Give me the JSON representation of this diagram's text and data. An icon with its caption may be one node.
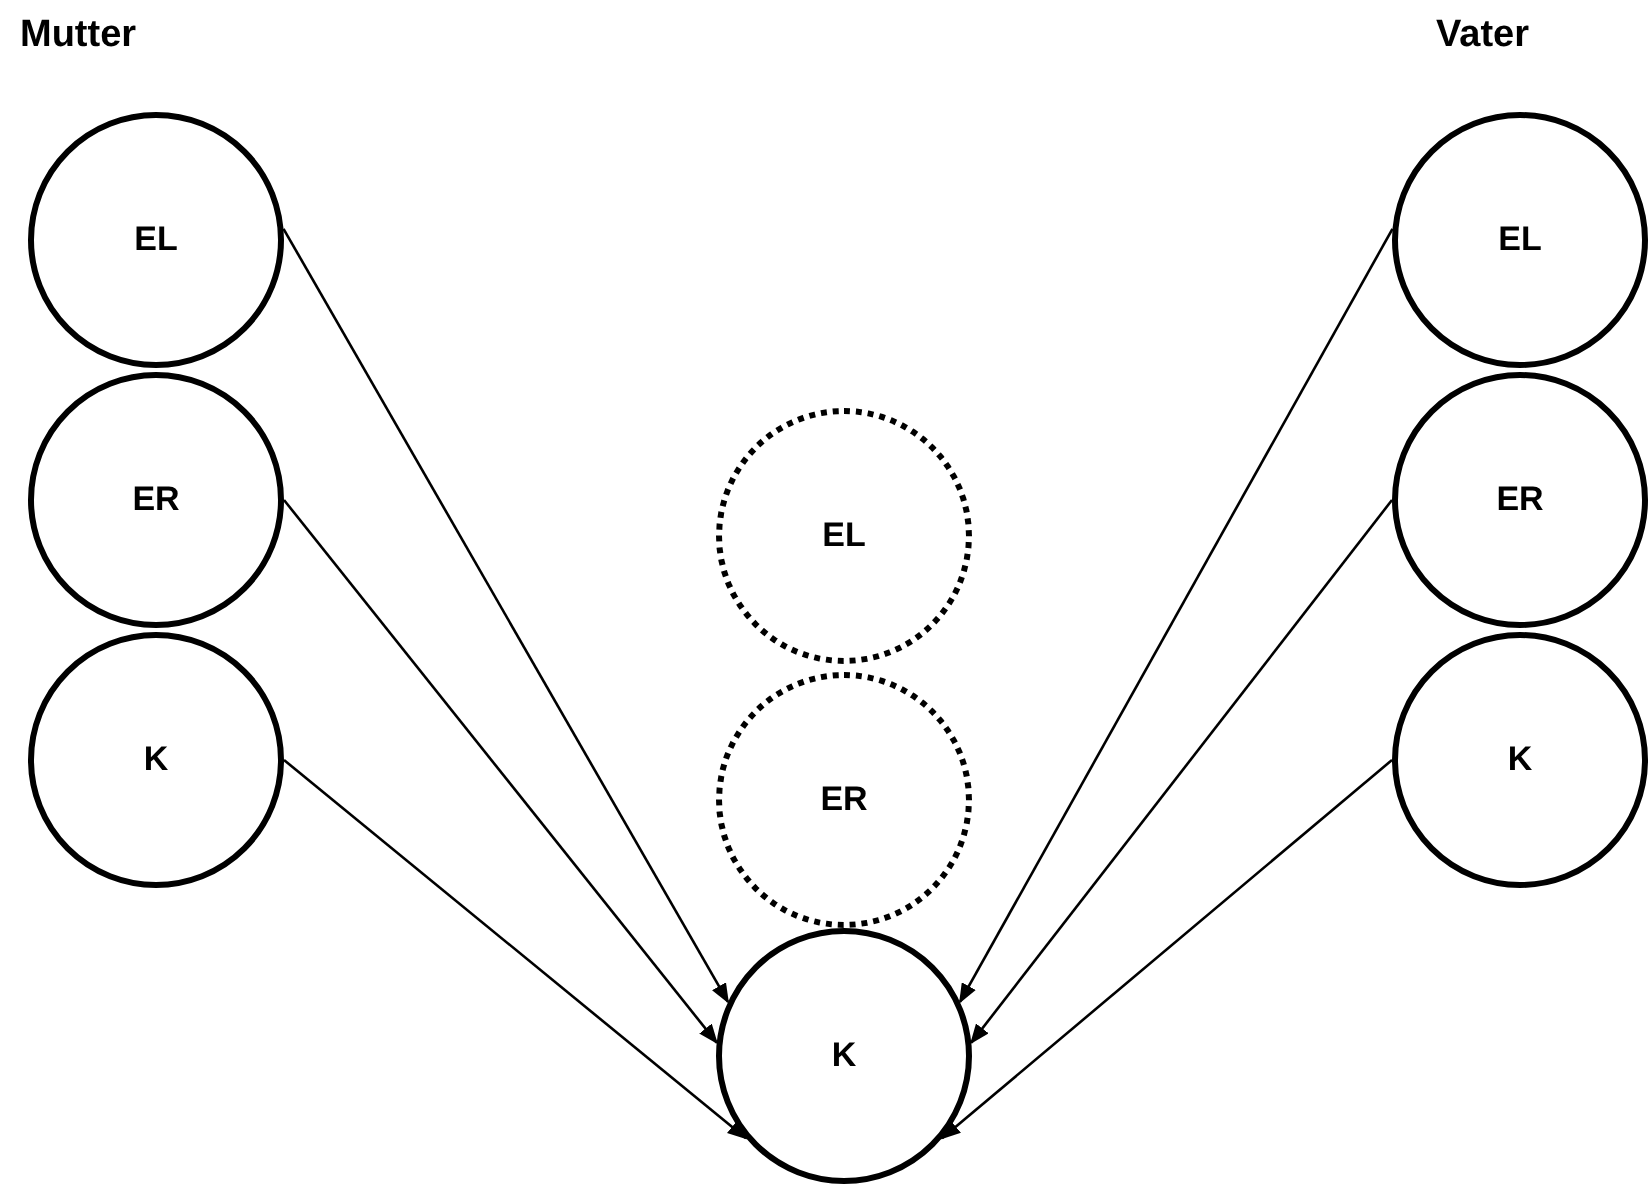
{
  "diagram": {
    "nodes": [
      {
        "text": [
          "EL"
        ]
      },
      {
        "text": [
          "ER"
        ]
      },
      {
        "text": [
          "K"
        ]
      },
      {
        "text": [
          "EL"
        ]
      },
      {
        "text": [
          "ER"
        ]
      },
      {
        "text": [
          "K"
        ]
      },
      {
        "text": [
          "EL"
        ]
      },
      {
        "text": [
          "ER"
        ]
      },
      {
        "text": [
          "K"
        ]
      }
    ],
    "edges": [
      {
        "from": 0,
        "to": 5,
        "arrow": "to"
      },
      {
        "from": 1,
        "to": 5,
        "arrow": "to"
      },
      {
        "from": 2,
        "to": 5,
        "arrow": "to"
      },
      {
        "from": 6,
        "to": 5,
        "arrow": "to"
      },
      {
        "from": 7,
        "to": 5,
        "arrow": "to"
      },
      {
        "from": 8,
        "to": 5,
        "arrow": "to"
      }
    ],
    "labels": [
      "Mutter",
      "Vater"
    ]
  }
}
